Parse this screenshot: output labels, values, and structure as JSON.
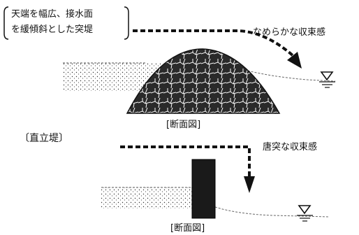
{
  "top_note": {
    "line1": "天端を幅広、接水面",
    "line2": "を緩傾斜とした突堤"
  },
  "top_effect": "なめらかな収束感",
  "caption_top": "[断面図]",
  "section_vertical": "〔直立堤〕",
  "bottom_effect": "唐突な収束感",
  "caption_bottom": "[断面図]",
  "symbols": {
    "water_level": "∇"
  },
  "icons": [
    "dashed-arrow-right-down",
    "dashed-arrow-down",
    "water-level-mark",
    "mound-breakwater",
    "vertical-wall"
  ]
}
